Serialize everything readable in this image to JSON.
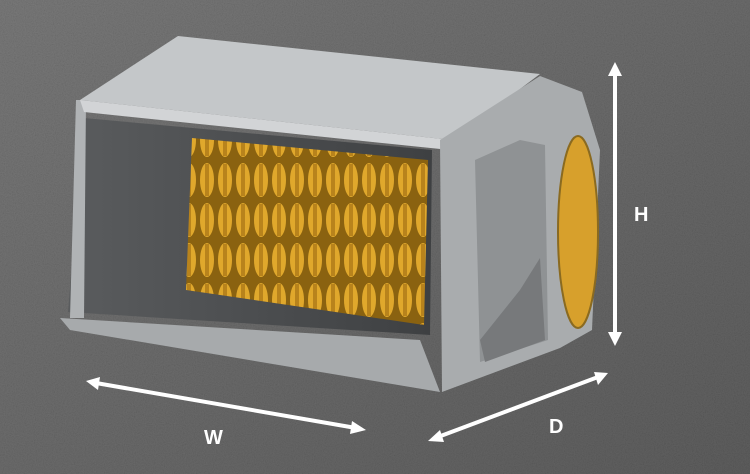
{
  "dimensions": {
    "height_label": "H",
    "width_label": "W",
    "depth_label": "D"
  },
  "colors": {
    "background": "#6e6e6e",
    "body": "#b9bcbe",
    "rotor": "#d9a12a",
    "arrow": "#ffffff"
  }
}
